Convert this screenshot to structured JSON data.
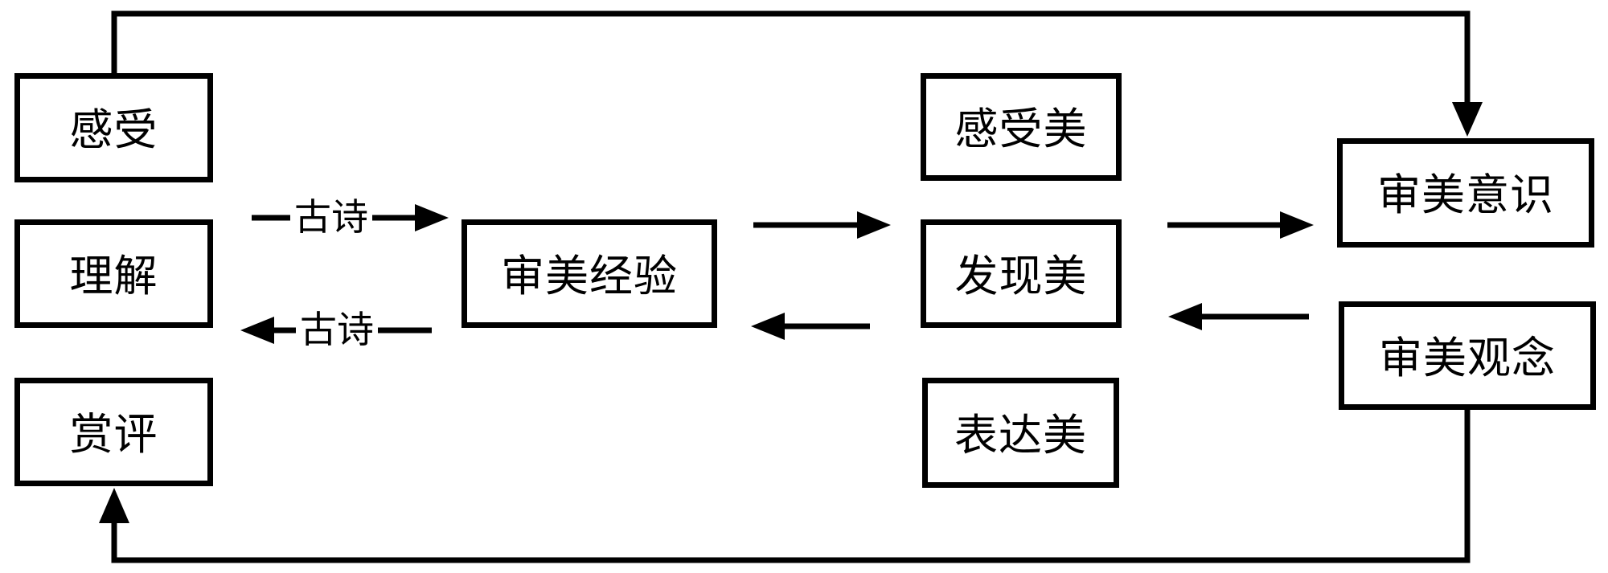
{
  "diagram": {
    "boxes": {
      "ganshou": "感受",
      "lijie": "理解",
      "shangping": "赏评",
      "shenmei_jingyan": "审美经验",
      "ganshou_mei": "感受美",
      "faxian_mei": "发现美",
      "biaoda_mei": "表达美",
      "shenmei_yishi": "审美意识",
      "shenmei_guannian": "审美观念"
    },
    "edge_labels": {
      "gushi_top": "古诗",
      "gushi_bottom": "古诗"
    },
    "edges": [
      {
        "from": "感受/理解/赏评",
        "to": "审美经验",
        "label": "古诗",
        "direction": "right"
      },
      {
        "from": "审美经验",
        "to": "理解",
        "label": "古诗",
        "direction": "left"
      },
      {
        "from": "审美经验",
        "to": "发现美",
        "direction": "right"
      },
      {
        "from": "发现美",
        "to": "审美经验",
        "direction": "left"
      },
      {
        "from": "发现美",
        "to": "审美意识",
        "direction": "right"
      },
      {
        "from": "审美观念",
        "to": "发现美",
        "direction": "left"
      },
      {
        "from": "感受",
        "to": "审美意识",
        "direction": "top-feedback"
      },
      {
        "from": "审美观念",
        "to": "赏评",
        "direction": "bottom-feedback"
      }
    ],
    "colors": {
      "background": "#ffffff",
      "line": "#000000",
      "text": "#000000"
    }
  }
}
